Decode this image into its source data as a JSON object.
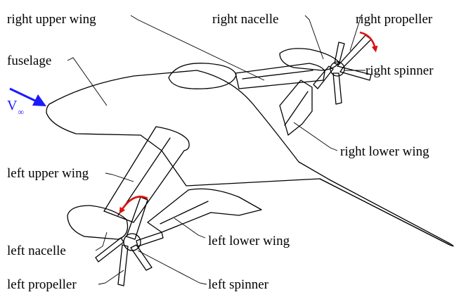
{
  "labels": {
    "right_upper_wing": "right upper wing",
    "right_nacelle": "right nacelle",
    "right_propeller": "right propeller",
    "right_spinner": "right spinner",
    "fuselage": "fuselage",
    "right_lower_wing": "right lower wing",
    "left_upper_wing": "left upper wing",
    "left_nacelle": "left nacelle",
    "left_lower_wing": "left lower wing",
    "left_propeller": "left propeller",
    "left_spinner": "left spinner"
  },
  "freestream": {
    "symbol": "V",
    "subscript": "∞",
    "color": "#1a1aff"
  },
  "rotation_arrow_color": "#dd1111"
}
